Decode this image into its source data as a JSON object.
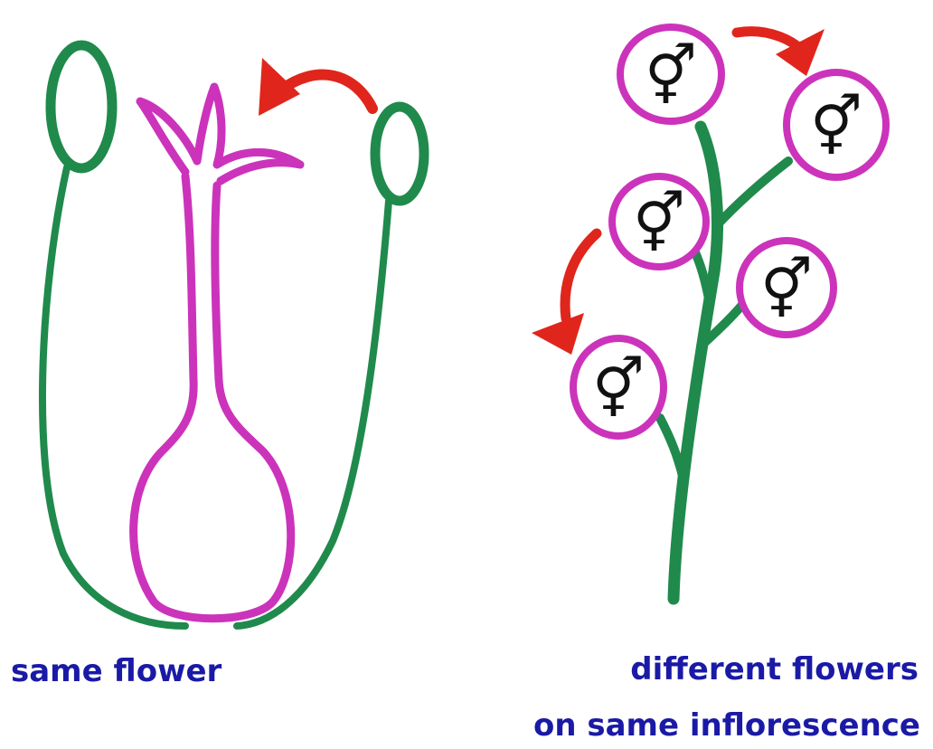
{
  "colors": {
    "stamen": "#1f8a4c",
    "pistil": "#cc33bb",
    "arrow": "#e0261c",
    "caption": "#1a1aa6",
    "symbol": "#111111"
  },
  "flower_symbol": "⚥",
  "left_panel": {
    "caption": "same flower"
  },
  "right_panel": {
    "caption_line1": "different flowers",
    "caption_line2": "on same inflorescence"
  }
}
